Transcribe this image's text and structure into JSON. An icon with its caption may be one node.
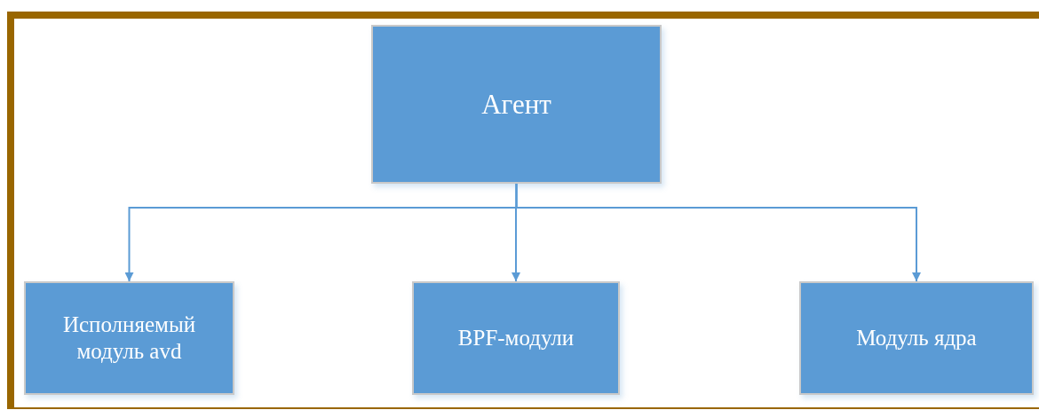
{
  "diagram": {
    "nodes": [
      {
        "text": [
          "Агент"
        ]
      },
      {
        "text": [
          "Исполняемый модуль avd"
        ]
      },
      {
        "text": [
          "BPF-модули"
        ]
      },
      {
        "text": [
          "Модуль ядра"
        ]
      }
    ],
    "edges": [
      {
        "from": 0,
        "to": 1,
        "arrow": "to"
      },
      {
        "from": 0,
        "to": 2,
        "arrow": "to"
      },
      {
        "from": 0,
        "to": 3,
        "arrow": "to"
      }
    ]
  }
}
